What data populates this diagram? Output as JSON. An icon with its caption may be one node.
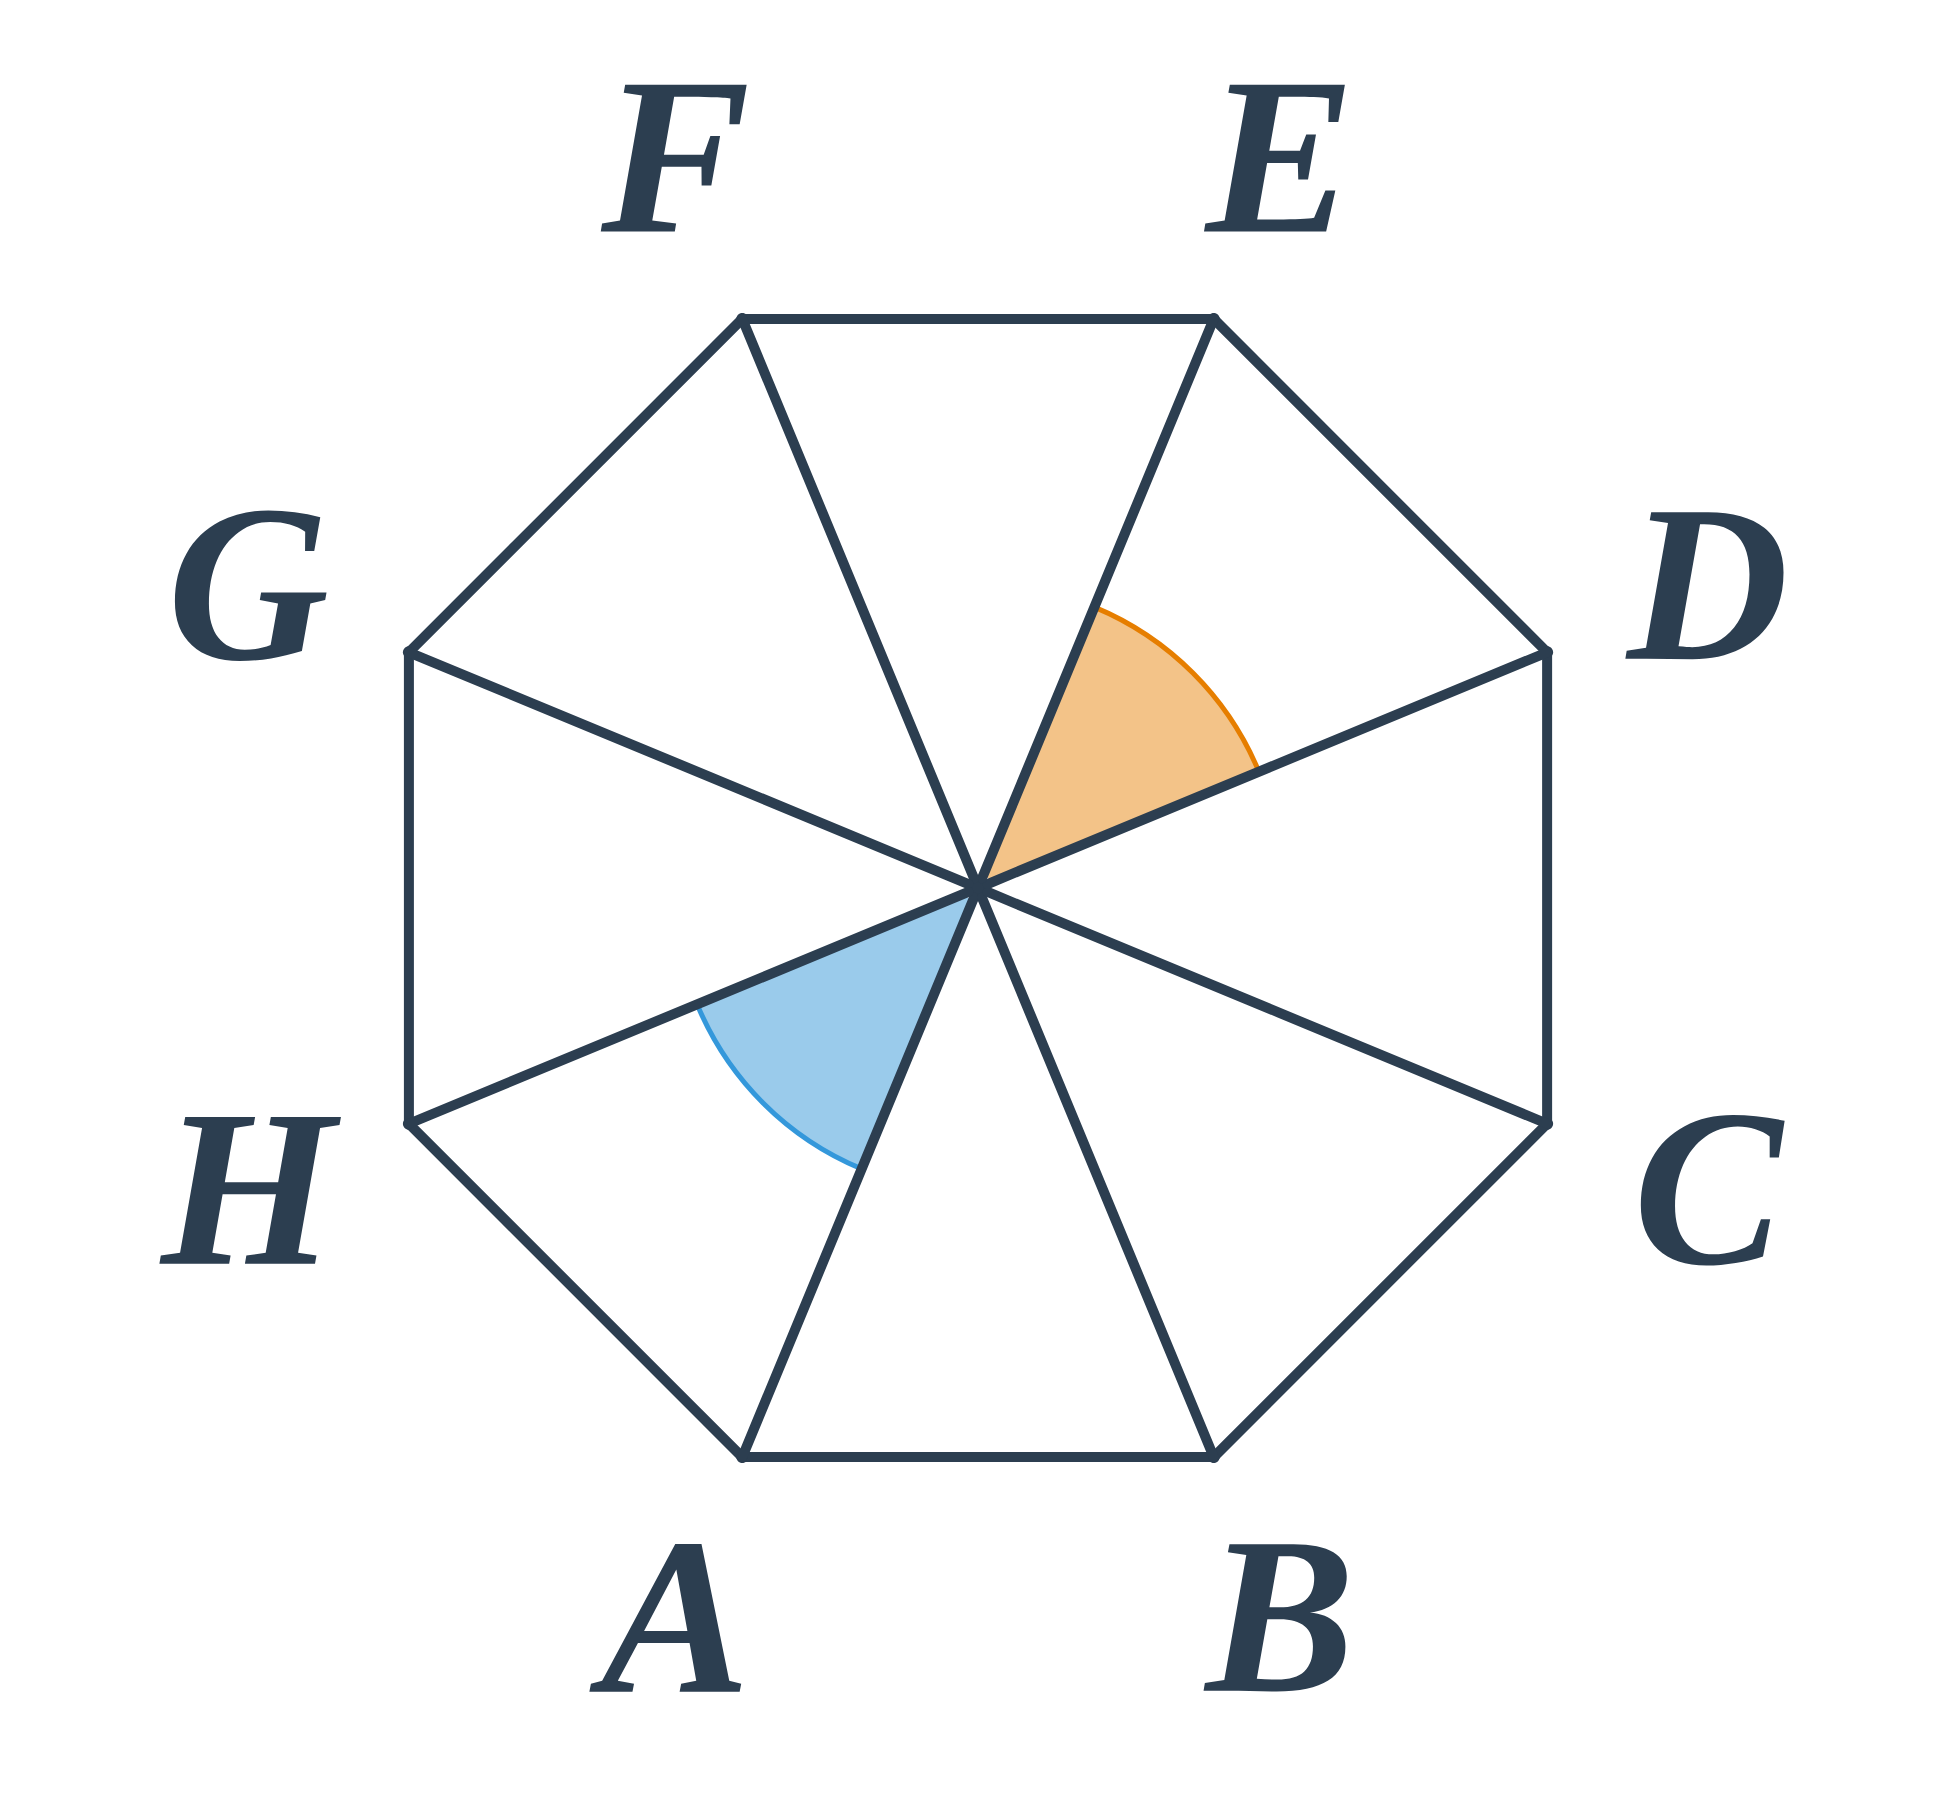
{
  "diagram": {
    "nodes": [
      {
        "text": [],
        "shape": "point",
        "beside": [
          "A"
        ]
      },
      {
        "text": [],
        "shape": "point",
        "beside": [
          "B"
        ]
      },
      {
        "text": [],
        "shape": "point",
        "beside": [
          "C"
        ]
      },
      {
        "text": [],
        "shape": "point",
        "beside": [
          "D"
        ]
      },
      {
        "text": [],
        "shape": "point",
        "beside": [
          "E"
        ]
      },
      {
        "text": [],
        "shape": "point",
        "beside": [
          "F"
        ]
      },
      {
        "text": [],
        "shape": "point",
        "beside": [
          "G"
        ]
      },
      {
        "text": [],
        "shape": "point",
        "beside": [
          "H"
        ]
      },
      {
        "text": [],
        "shape": "point"
      },
      {
        "text": [],
        "shape": "sector"
      },
      {
        "text": [],
        "shape": "sector"
      }
    ],
    "edges": [
      {
        "from": 0,
        "to": 1,
        "arrow": "none"
      },
      {
        "from": 1,
        "to": 2,
        "arrow": "none"
      },
      {
        "from": 2,
        "to": 3,
        "arrow": "none"
      },
      {
        "from": 3,
        "to": 4,
        "arrow": "none"
      },
      {
        "from": 4,
        "to": 5,
        "arrow": "none"
      },
      {
        "from": 5,
        "to": 6,
        "arrow": "none"
      },
      {
        "from": 6,
        "to": 7,
        "arrow": "none"
      },
      {
        "from": 7,
        "to": 0,
        "arrow": "none"
      },
      {
        "from": 0,
        "to": 8,
        "arrow": "none"
      },
      {
        "from": 1,
        "to": 8,
        "arrow": "none"
      },
      {
        "from": 2,
        "to": 8,
        "arrow": "none"
      },
      {
        "from": 3,
        "to": 8,
        "arrow": "none"
      },
      {
        "from": 4,
        "to": 8,
        "arrow": "none"
      },
      {
        "from": 5,
        "to": 8,
        "arrow": "none"
      },
      {
        "from": 6,
        "to": 8,
        "arrow": "none"
      },
      {
        "from": 7,
        "to": 8,
        "arrow": "none"
      }
    ]
  }
}
